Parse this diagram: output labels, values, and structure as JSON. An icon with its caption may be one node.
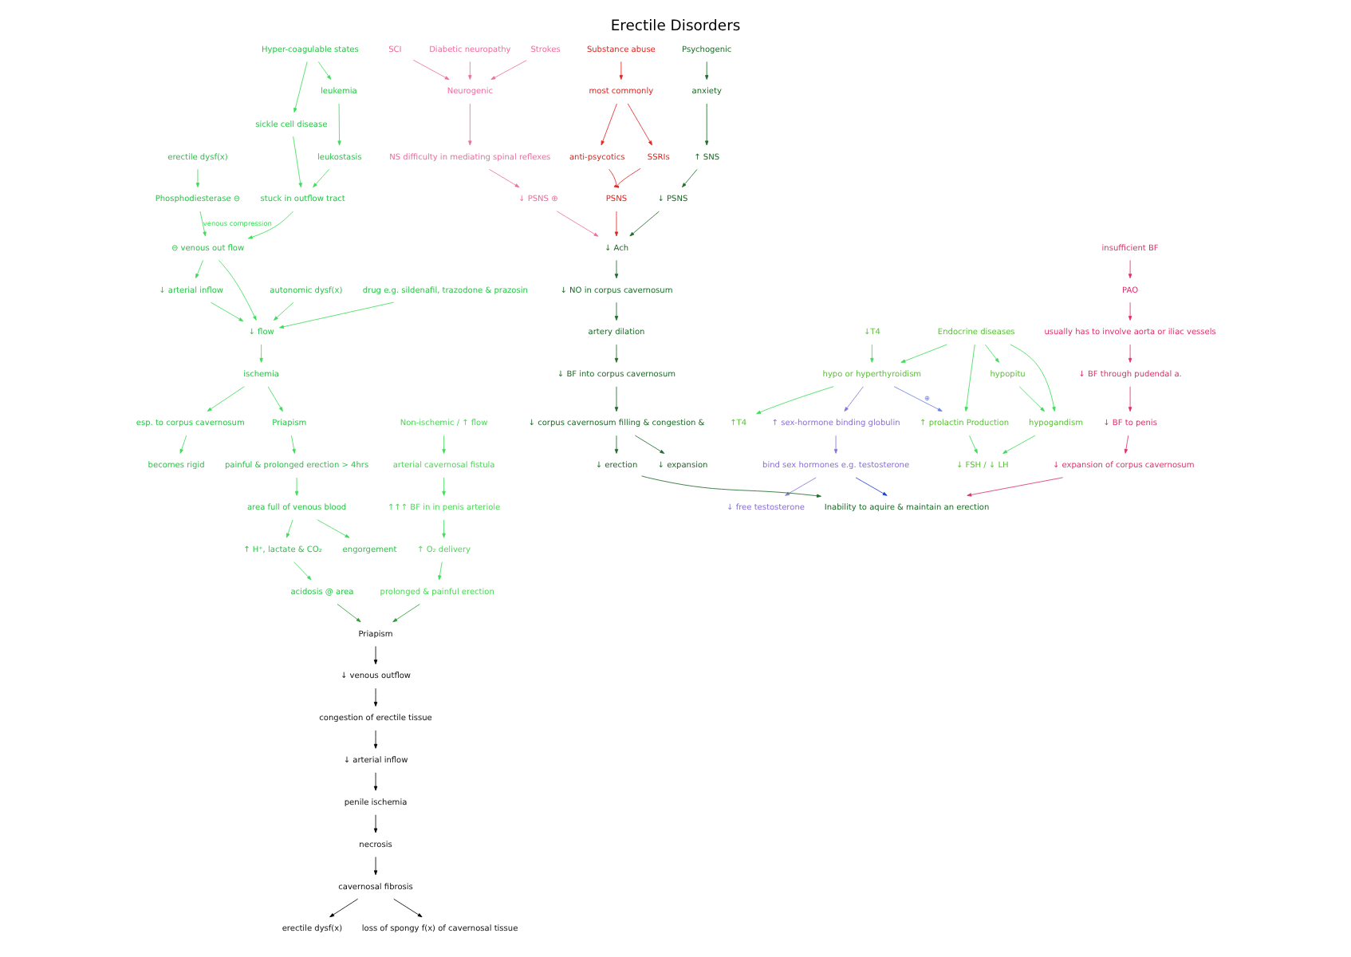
{
  "diagram": {
    "title": "Erectile Disorders",
    "nodes": [
      {
        "text": [
          "erectile dysf(x)"
        ]
      },
      {
        "text": [
          "Phosphodiesterase ⊖"
        ]
      },
      {
        "text": [
          "⊖ venous out flow"
        ]
      },
      {
        "text": [
          "↓ arterial inflow"
        ]
      },
      {
        "text": [
          "sickle cell disease"
        ]
      },
      {
        "text": [
          "stuck in outflow tract"
        ]
      },
      {
        "text": [
          "Hyper-coagulable states"
        ]
      },
      {
        "text": [
          "leukemia"
        ]
      },
      {
        "text": [
          "leukostasis"
        ]
      },
      {
        "text": [
          "↓ flow"
        ]
      },
      {
        "text": [
          "autonomic dysf(x)"
        ]
      },
      {
        "text": [
          "drug e.g. sildenafil, trazodone & prazosin"
        ]
      },
      {
        "text": [
          "ischemia"
        ]
      },
      {
        "text": [
          "esp. to corpus cavernosum"
        ]
      },
      {
        "text": [
          "Priapism"
        ]
      },
      {
        "text": [
          "becomes rigid"
        ]
      },
      {
        "text": [
          "painful & prolonged erection > 4hrs"
        ]
      },
      {
        "text": [
          "area full of venous blood"
        ]
      },
      {
        "text": [
          "↑ H⁺, lactate & CO₂"
        ]
      },
      {
        "text": [
          "acidosis @ area"
        ]
      },
      {
        "text": [
          "engorgement"
        ]
      },
      {
        "text": [
          "Endocrine diseases"
        ]
      },
      {
        "text": [
          "hypopitu"
        ]
      },
      {
        "text": [
          "hypogandism"
        ]
      },
      {
        "text": [
          "↓ FSH / ↓ LH"
        ]
      },
      {
        "text": [
          "↑ prolactin Production"
        ]
      },
      {
        "text": [
          "↓T4"
        ]
      },
      {
        "text": [
          "hypo or hyperthyroidism"
        ]
      },
      {
        "text": [
          "↑T4"
        ]
      },
      {
        "text": [
          "↑ sex-hormone binding globulin"
        ]
      },
      {
        "text": [
          "bind sex hormones e.g. testosterone"
        ]
      },
      {
        "text": [
          "↓ free testosterone"
        ]
      },
      {
        "text": [
          "Non-ischemic / ↑ flow"
        ]
      },
      {
        "text": [
          "arterial cavernosal fistula"
        ]
      },
      {
        "text": [
          "↑↑↑ BF in in penis arteriole"
        ]
      },
      {
        "text": [
          "↑ O₂ delivery"
        ]
      },
      {
        "text": [
          "prolonged & painful erection"
        ]
      },
      {
        "text": [
          "Strokes"
        ]
      },
      {
        "text": [
          "SCI"
        ]
      },
      {
        "text": [
          "Neurogenic"
        ]
      },
      {
        "text": [
          "Diabetic neuropathy"
        ]
      },
      {
        "text": [
          "NS difficulty in mediating spinal reflexes"
        ]
      },
      {
        "text": [
          "↓ PSNS ⊕"
        ]
      },
      {
        "text": [
          "Substance abuse"
        ]
      },
      {
        "text": [
          "most commonly"
        ]
      },
      {
        "text": [
          "anti-psycotics"
        ]
      },
      {
        "text": [
          "SSRIs"
        ]
      },
      {
        "text": [
          "PSNS"
        ]
      },
      {
        "text": [
          "Psychogenic"
        ]
      },
      {
        "text": [
          "anxiety"
        ]
      },
      {
        "text": [
          "↑ SNS"
        ]
      },
      {
        "text": [
          "↓ PSNS"
        ]
      },
      {
        "text": [
          "↓ Ach"
        ]
      },
      {
        "text": [
          "↓ NO in corpus cavernosum"
        ]
      },
      {
        "text": [
          "artery dilation"
        ]
      },
      {
        "text": [
          "↓ BF into corpus cavernosum"
        ]
      },
      {
        "text": [
          "↓ corpus cavernosum filling & congestion &"
        ]
      },
      {
        "text": [
          "↓ expansion"
        ]
      },
      {
        "text": [
          "↓ erection"
        ]
      },
      {
        "text": [
          "Inability to aquire & maintain an erection"
        ]
      },
      {
        "text": [
          "insufficient BF"
        ]
      },
      {
        "text": [
          "PAO"
        ]
      },
      {
        "text": [
          "usually has to involve aorta or iliac vessels"
        ]
      },
      {
        "text": [
          "↓ BF through pudendal a."
        ]
      },
      {
        "text": [
          "↓ BF to penis"
        ]
      },
      {
        "text": [
          "↓ expansion of corpus cavernosum"
        ]
      },
      {
        "text": [
          "Priapism"
        ]
      },
      {
        "text": [
          "↓ venous outflow"
        ]
      },
      {
        "text": [
          "congestion of erectile tissue"
        ]
      },
      {
        "text": [
          "↓ arterial inflow"
        ]
      },
      {
        "text": [
          "penile ischemia"
        ]
      },
      {
        "text": [
          "necrosis"
        ]
      },
      {
        "text": [
          "cavernosal fibrosis"
        ]
      },
      {
        "text": [
          "erectile dysf(x)"
        ]
      },
      {
        "text": [
          "loss of spongy f(x) of cavernosal tissue"
        ]
      }
    ],
    "edges": [
      {
        "from": 0,
        "to": 1,
        "arrow": "to"
      },
      {
        "from": 1,
        "to": 2,
        "arrow": "to",
        "label": "venous compression"
      },
      {
        "from": 2,
        "to": 3,
        "arrow": "to"
      },
      {
        "from": 6,
        "to": 4,
        "arrow": "to"
      },
      {
        "from": 4,
        "to": 5,
        "arrow": "to"
      },
      {
        "from": 5,
        "to": 2,
        "arrow": "to"
      },
      {
        "from": 6,
        "to": 7,
        "arrow": "to"
      },
      {
        "from": 7,
        "to": 8,
        "arrow": "to"
      },
      {
        "from": 8,
        "to": 5,
        "arrow": "to"
      },
      {
        "from": 2,
        "to": 9,
        "arrow": "to"
      },
      {
        "from": 3,
        "to": 9,
        "arrow": "to"
      },
      {
        "from": 10,
        "to": 9,
        "arrow": "to"
      },
      {
        "from": 11,
        "to": 9,
        "arrow": "to"
      },
      {
        "from": 9,
        "to": 12,
        "arrow": "to"
      },
      {
        "from": 12,
        "to": 13,
        "arrow": "to"
      },
      {
        "from": 12,
        "to": 14,
        "arrow": "to"
      },
      {
        "from": 13,
        "to": 15,
        "arrow": "to"
      },
      {
        "from": 14,
        "to": 16,
        "arrow": "to"
      },
      {
        "from": 16,
        "to": 17,
        "arrow": "to"
      },
      {
        "from": 17,
        "to": 18,
        "arrow": "to"
      },
      {
        "from": 18,
        "to": 19,
        "arrow": "to"
      },
      {
        "from": 17,
        "to": 20,
        "arrow": "to"
      },
      {
        "from": 21,
        "to": 22,
        "arrow": "to"
      },
      {
        "from": 22,
        "to": 23,
        "arrow": "to"
      },
      {
        "from": 21,
        "to": 23,
        "arrow": "to"
      },
      {
        "from": 23,
        "to": 24,
        "arrow": "to"
      },
      {
        "from": 21,
        "to": 25,
        "arrow": "to"
      },
      {
        "from": 25,
        "to": 24,
        "arrow": "to"
      },
      {
        "from": 21,
        "to": 27,
        "arrow": "to"
      },
      {
        "from": 26,
        "to": 27,
        "arrow": "to"
      },
      {
        "from": 27,
        "to": 28,
        "arrow": "to"
      },
      {
        "from": 27,
        "to": 25,
        "arrow": "to",
        "label": "⊕",
        "color": "#6f7fe0"
      },
      {
        "from": 27,
        "to": 29,
        "arrow": "to",
        "color": "#8a70d8"
      },
      {
        "from": 29,
        "to": 30,
        "arrow": "to",
        "color": "#8a70d8"
      },
      {
        "from": 30,
        "to": 31,
        "arrow": "to",
        "color": "#8a70d8"
      },
      {
        "from": 30,
        "to": 59,
        "arrow": "to",
        "color": "#1a3fd0"
      },
      {
        "from": 32,
        "to": 33,
        "arrow": "to"
      },
      {
        "from": 33,
        "to": 34,
        "arrow": "to"
      },
      {
        "from": 34,
        "to": 35,
        "arrow": "to"
      },
      {
        "from": 35,
        "to": 36,
        "arrow": "to"
      },
      {
        "from": 37,
        "to": 39,
        "arrow": "to",
        "color": "#ec6fa0"
      },
      {
        "from": 38,
        "to": 39,
        "arrow": "to",
        "color": "#ec6fa0"
      },
      {
        "from": 40,
        "to": 39,
        "arrow": "to",
        "color": "#ec6fa0"
      },
      {
        "from": 39,
        "to": 41,
        "arrow": "to",
        "color": "#ec6fa0"
      },
      {
        "from": 41,
        "to": 42,
        "arrow": "to",
        "color": "#ec6fa0"
      },
      {
        "from": 43,
        "to": 44,
        "arrow": "to",
        "color": "#e0251f"
      },
      {
        "from": 44,
        "to": 45,
        "arrow": "to",
        "color": "#e0251f"
      },
      {
        "from": 44,
        "to": 46,
        "arrow": "to",
        "color": "#e0251f"
      },
      {
        "from": 45,
        "to": 47,
        "arrow": "other",
        "color": "#e0251f"
      },
      {
        "from": 46,
        "to": 47,
        "arrow": "other",
        "color": "#e0251f"
      },
      {
        "from": 47,
        "to": 52,
        "arrow": "to",
        "color": "#e0251f"
      },
      {
        "from": 42,
        "to": 52,
        "arrow": "to",
        "color": "#ec6fa0"
      },
      {
        "from": 48,
        "to": 49,
        "arrow": "to",
        "color": "#1f6b2a"
      },
      {
        "from": 49,
        "to": 50,
        "arrow": "to",
        "color": "#1f6b2a"
      },
      {
        "from": 50,
        "to": 51,
        "arrow": "to",
        "color": "#1f6b2a"
      },
      {
        "from": 51,
        "to": 52,
        "arrow": "to",
        "color": "#1f6b2a"
      },
      {
        "from": 52,
        "to": 53,
        "arrow": "to",
        "color": "#1f6b2a"
      },
      {
        "from": 53,
        "to": 54,
        "arrow": "to",
        "color": "#1f6b2a"
      },
      {
        "from": 54,
        "to": 55,
        "arrow": "to",
        "color": "#1f6b2a"
      },
      {
        "from": 55,
        "to": 56,
        "arrow": "to",
        "color": "#1f6b2a"
      },
      {
        "from": 56,
        "to": 58,
        "arrow": "to",
        "color": "#1f6b2a"
      },
      {
        "from": 56,
        "to": 57,
        "arrow": "to",
        "color": "#1f6b2a"
      },
      {
        "from": 58,
        "to": 59,
        "arrow": "to",
        "color": "#1f6b2a"
      },
      {
        "from": 60,
        "to": 61,
        "arrow": "to",
        "color": "#e0306a"
      },
      {
        "from": 61,
        "to": 62,
        "arrow": "to",
        "color": "#e0306a"
      },
      {
        "from": 62,
        "to": 63,
        "arrow": "to",
        "color": "#e0306a"
      },
      {
        "from": 63,
        "to": 64,
        "arrow": "to",
        "color": "#e0306a"
      },
      {
        "from": 64,
        "to": 65,
        "arrow": "to",
        "color": "#e0306a"
      },
      {
        "from": 65,
        "to": 59,
        "arrow": "to",
        "color": "#e0306a"
      },
      {
        "from": 19,
        "to": 66,
        "arrow": "to",
        "color": "#2e9a35"
      },
      {
        "from": 36,
        "to": 66,
        "arrow": "to",
        "color": "#2e9a35"
      },
      {
        "from": 66,
        "to": 67,
        "arrow": "to",
        "color": "#000000"
      },
      {
        "from": 67,
        "to": 68,
        "arrow": "to",
        "color": "#000000"
      },
      {
        "from": 68,
        "to": 69,
        "arrow": "to",
        "color": "#000000"
      },
      {
        "from": 69,
        "to": 70,
        "arrow": "to",
        "color": "#000000"
      },
      {
        "from": 70,
        "to": 71,
        "arrow": "to",
        "color": "#000000"
      },
      {
        "from": 71,
        "to": 72,
        "arrow": "to",
        "color": "#000000"
      },
      {
        "from": 72,
        "to": 73,
        "arrow": "to",
        "color": "#000000"
      },
      {
        "from": 72,
        "to": 74,
        "arrow": "to",
        "color": "#000000"
      }
    ]
  }
}
